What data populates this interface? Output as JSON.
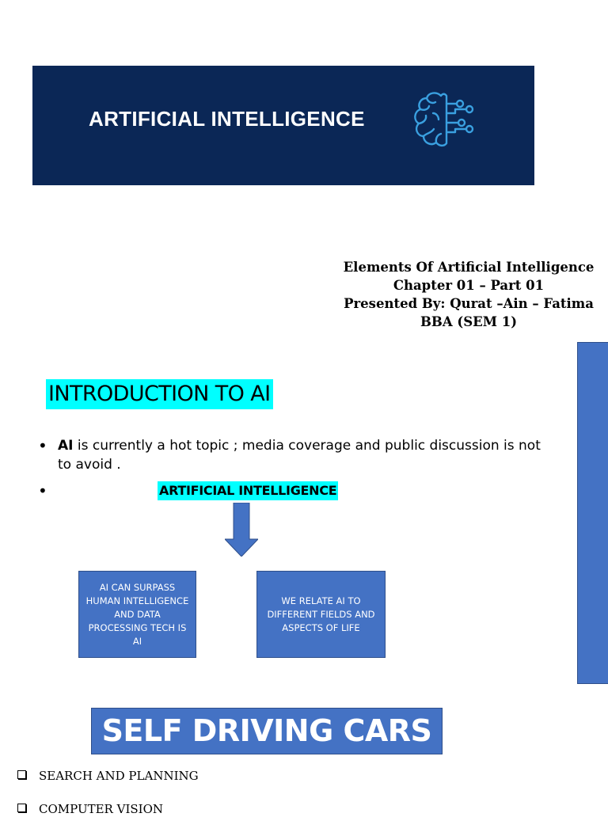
{
  "banner": {
    "title": "ARTIFICIAL INTELLIGENCE",
    "background": "#0b2756",
    "icon": "brain-circuit-icon",
    "icon_color": "#3aa0e0"
  },
  "subtitle": {
    "line1": "Elements Of Artificial Intelligence",
    "line2": "Chapter 01 – Part 01",
    "line3": "Presented By: Qurat –Ain – Fatima",
    "line4": "BBA (SEM 1)"
  },
  "intro": {
    "heading": "INTRODUCTION TO AI",
    "bullet1_bold": "AI",
    "bullet1_text": " is currently a hot topic ; media coverage and public discussion is not to avoid .",
    "bullet2_label": "ARTIFICIAL INTELLIGENCE"
  },
  "boxes": {
    "left": "AI CAN SURPASS HUMAN INTELLIGENCE AND DATA PROCESSING TECH IS AI",
    "right": "WE RELATE AI TO DIFFERENT FIELDS AND ASPECTS OF LIFE"
  },
  "self_driving": {
    "title": "SELF DRIVING CARS",
    "items": [
      "SEARCH AND PLANNING",
      "COMPUTER VISION"
    ]
  },
  "colors": {
    "accent_blue": "#4472c4",
    "highlight_cyan": "#00ffff"
  }
}
